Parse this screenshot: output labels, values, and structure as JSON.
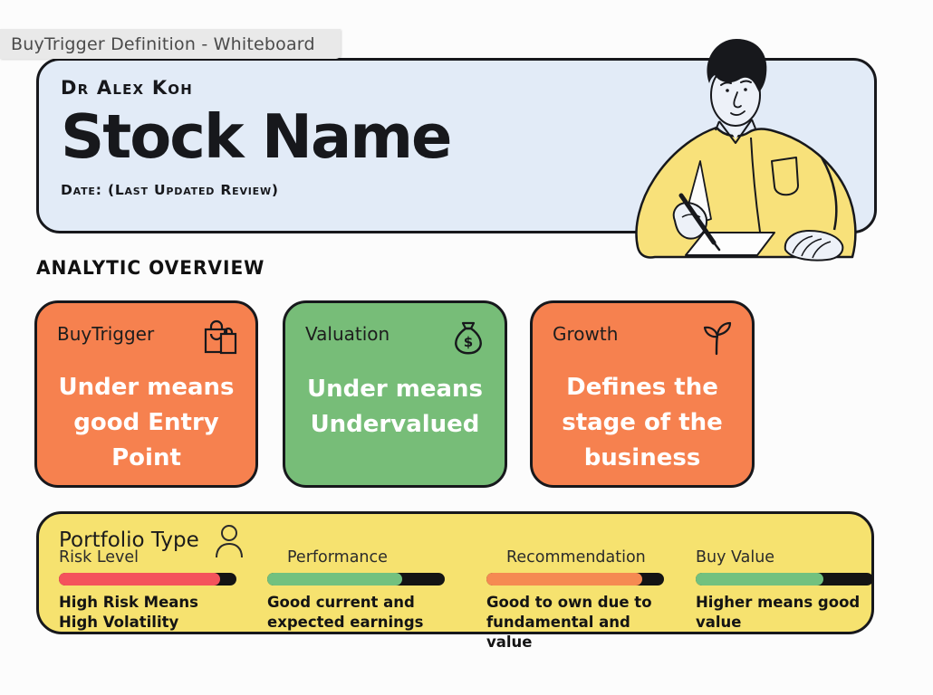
{
  "tab": {
    "title": "BuyTrigger Definition - Whiteboard"
  },
  "header": {
    "author": "Dr Alex Koh",
    "title": "Stock Name",
    "date_line": "Date: (Last Updated Review)",
    "illustration": "person-writing-illustration",
    "bg_color": "#e2ebf7"
  },
  "section": {
    "heading": "ANALYTIC OVERVIEW"
  },
  "cards": [
    {
      "title": "BuyTrigger",
      "icon": "shopping-bags-icon",
      "body": "Under means good Entry Point",
      "bg_color": "#f6814f",
      "text_color": "#ffffff"
    },
    {
      "title": "Valuation",
      "icon": "money-bag-icon",
      "body": "Under means Undervalued",
      "bg_color": "#77bd78",
      "text_color": "#ffffff"
    },
    {
      "title": "Growth",
      "icon": "sprout-icon",
      "body": "Defines the stage of the business",
      "bg_color": "#f6814f",
      "text_color": "#ffffff"
    }
  ],
  "portfolio": {
    "title": "Portfolio Type",
    "icon": "person-icon",
    "bg_color": "#f6e26f",
    "track_color": "#141414",
    "metrics": [
      {
        "label": "Risk Level",
        "fill_percent": 91,
        "fill_color": "#f4535c",
        "description": "High Risk Means High Volatility"
      },
      {
        "label": "Performance",
        "fill_percent": 76,
        "fill_color": "#72c17f",
        "description": "Good current and expected earnings"
      },
      {
        "label": "Recommendation",
        "fill_percent": 88,
        "fill_color": "#f58a52",
        "description": "Good to own due to fundamental and value"
      },
      {
        "label": "Buy Value",
        "fill_percent": 72,
        "fill_color": "#72c17f",
        "description": "Higher means good value"
      }
    ]
  }
}
